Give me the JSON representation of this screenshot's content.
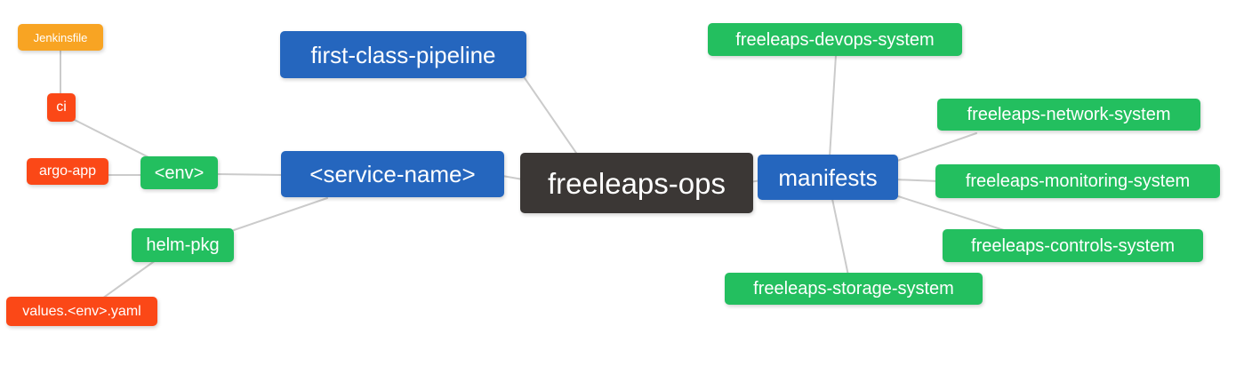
{
  "palette": {
    "root": "#3B3735",
    "level1": "#2566BE",
    "level2": "#23BF5F",
    "level3": "#FB4817",
    "level4": "#F8A423",
    "edge": "#CBCBCB",
    "text": "#FFFFFF",
    "background": "#FFFFFF"
  },
  "mindmap": {
    "nodes": {
      "freeleaps_ops": {
        "label": "freeleaps-ops",
        "level": "root"
      },
      "first_class_pipeline": {
        "label": "first-class-pipeline",
        "level": "1"
      },
      "service_name": {
        "label": "<service-name>",
        "level": "1"
      },
      "manifests": {
        "label": "manifests",
        "level": "1"
      },
      "env": {
        "label": "<env>",
        "level": "2"
      },
      "helm_pkg": {
        "label": "helm-pkg",
        "level": "2"
      },
      "devops_system": {
        "label": "freeleaps-devops-system",
        "level": "2"
      },
      "network_system": {
        "label": "freeleaps-network-system",
        "level": "2"
      },
      "monitoring_system": {
        "label": "freeleaps-monitoring-system",
        "level": "2"
      },
      "controls_system": {
        "label": "freeleaps-controls-system",
        "level": "2"
      },
      "storage_system": {
        "label": "freeleaps-storage-system",
        "level": "2"
      },
      "ci": {
        "label": "ci",
        "level": "3"
      },
      "argo_app": {
        "label": "argo-app",
        "level": "3"
      },
      "values_env_yaml": {
        "label": "values.<env>.yaml",
        "level": "3"
      },
      "jenkinsfile": {
        "label": "Jenkinsfile",
        "level": "4"
      }
    },
    "edges": [
      {
        "from": "jenkinsfile",
        "to": "ci"
      },
      {
        "from": "ci",
        "to": "env"
      },
      {
        "from": "argo_app",
        "to": "env"
      },
      {
        "from": "env",
        "to": "service_name"
      },
      {
        "from": "helm_pkg",
        "to": "service_name"
      },
      {
        "from": "values_env_yaml",
        "to": "helm_pkg"
      },
      {
        "from": "first_class_pipeline",
        "to": "freeleaps_ops"
      },
      {
        "from": "service_name",
        "to": "freeleaps_ops"
      },
      {
        "from": "freeleaps_ops",
        "to": "manifests"
      },
      {
        "from": "manifests",
        "to": "devops_system"
      },
      {
        "from": "manifests",
        "to": "network_system"
      },
      {
        "from": "manifests",
        "to": "monitoring_system"
      },
      {
        "from": "manifests",
        "to": "controls_system"
      },
      {
        "from": "manifests",
        "to": "storage_system"
      }
    ]
  }
}
